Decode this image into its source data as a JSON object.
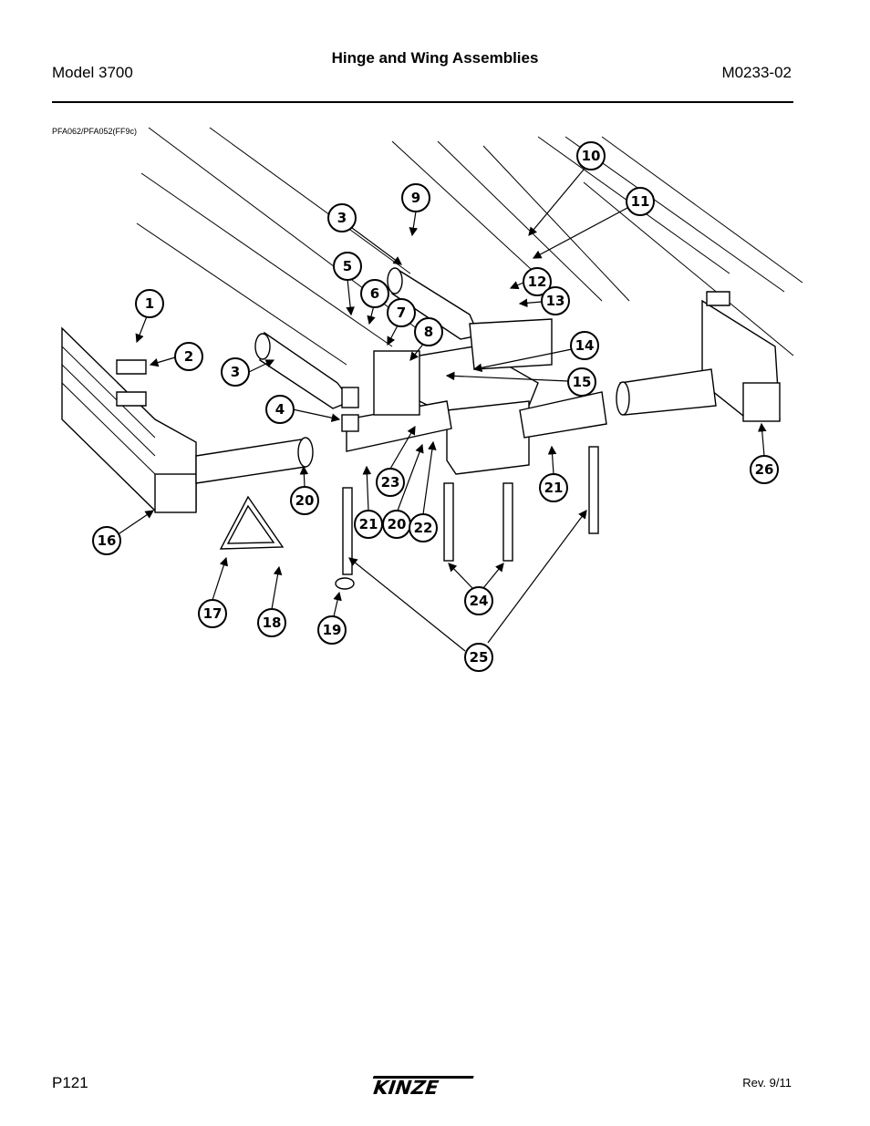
{
  "header": {
    "model": "Model 3700",
    "title": "Hinge and Wing Assemblies",
    "doc_number": "M0233-02"
  },
  "figure": {
    "id": "PFA062/PFA052(FF9c)",
    "callouts": [
      "1",
      "2",
      "3",
      "3",
      "4",
      "5",
      "6",
      "7",
      "8",
      "9",
      "10",
      "11",
      "12",
      "13",
      "14",
      "15",
      "16",
      "17",
      "18",
      "19",
      "20",
      "20",
      "21",
      "21",
      "22",
      "23",
      "24",
      "25",
      "26"
    ]
  },
  "footer": {
    "page": "P121",
    "brand": "KINZE",
    "revision": "Rev. 9/11"
  }
}
